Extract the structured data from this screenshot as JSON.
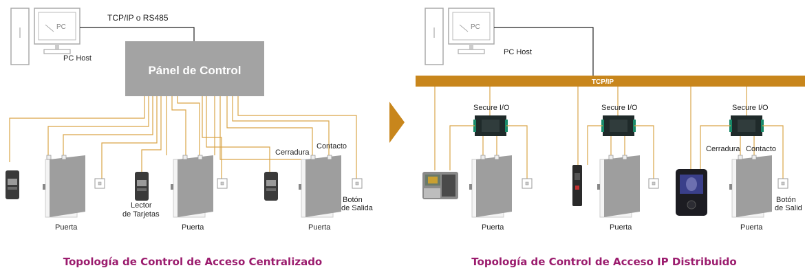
{
  "left": {
    "link_label": "TCP/IP o RS485",
    "pc_screen_label": "PC",
    "pc_label": "PC Host",
    "panel_label": "Pánel de Control",
    "reader_label_line1": "Lector",
    "reader_label_line2": "de Tarjetas",
    "door_labels": [
      "Puerta",
      "Puerta",
      "Puerta"
    ],
    "lock_label": "Cerradura",
    "contact_label": "Contacto",
    "exit_label_line1": "Botón",
    "exit_label_line2": "de Salida",
    "title": "Topología de Control de Acceso Centralizado"
  },
  "right": {
    "pc_screen_label": "PC",
    "pc_label": "PC Host",
    "bus_label": "TCP/IP",
    "secure_io_labels": [
      "Secure I/O",
      "Secure I/O",
      "Secure I/O"
    ],
    "door_labels": [
      "Puerta",
      "Puerta",
      "Puerta"
    ],
    "lock_label": "Cerradura",
    "contact_label": "Contacto",
    "exit_label_line1": "Botón",
    "exit_label_line2": "de Salid",
    "title": "Topología de Control de Acceso IP Distribuido"
  },
  "colors": {
    "wire": "#d9a548",
    "bus": "#c8861c",
    "panel": "#a3a3a3",
    "title": "#9b1c6e",
    "arrow": "#c8861c"
  }
}
